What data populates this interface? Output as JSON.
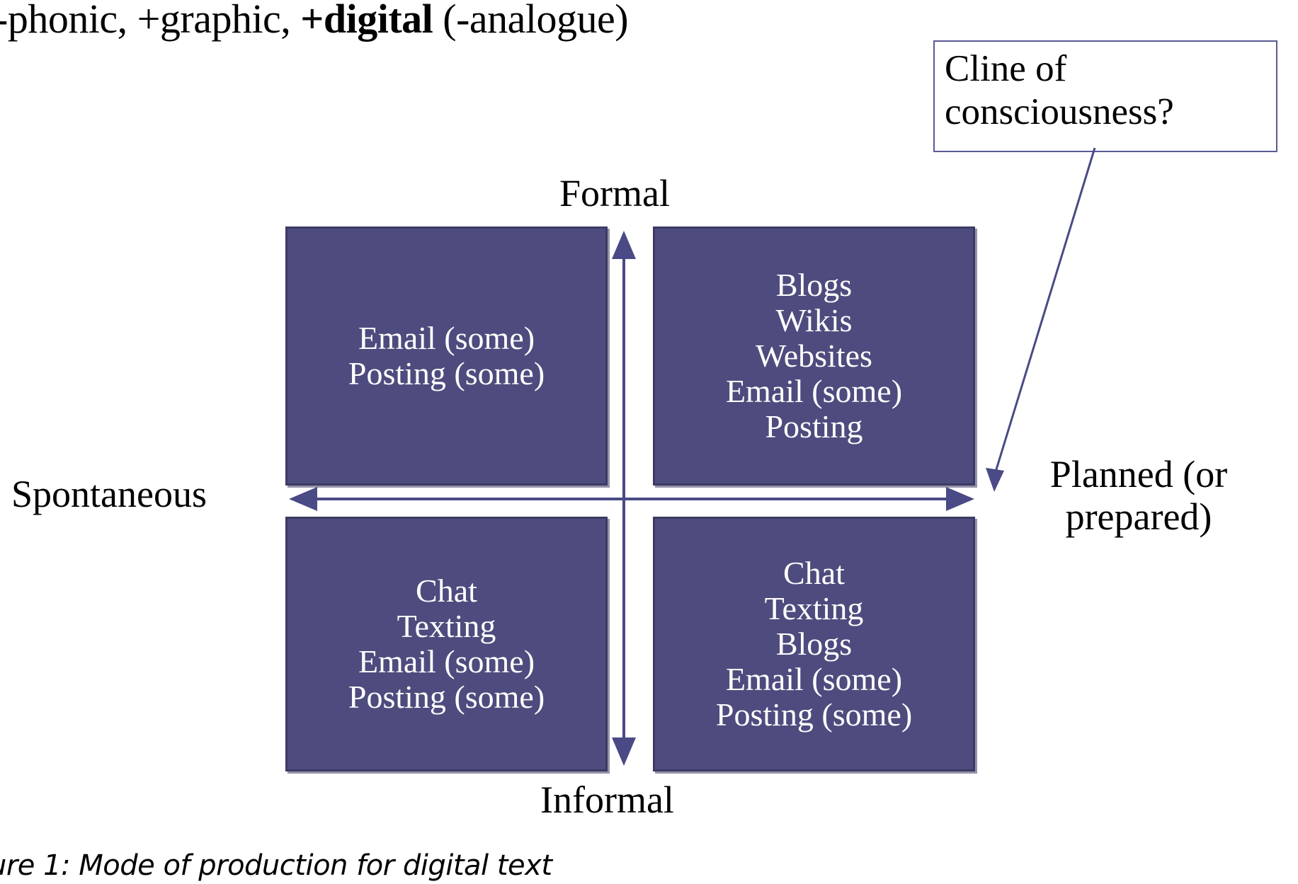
{
  "header": {
    "feature_line_prefix": "-phonic, +graphic, ",
    "feature_line_bold": "+digital",
    "feature_line_suffix": " (-analogue)"
  },
  "callout": {
    "line1": "Cline of",
    "line2": "consciousness?",
    "border_color": "#5a5a96",
    "leader_color": "#4a4a87"
  },
  "axes": {
    "top_label": "Formal",
    "bottom_label": "Informal",
    "left_label": "Spontaneous",
    "right_label_line1": "Planned (or",
    "right_label_line2": "prepared)",
    "axis_color": "#4a4a87"
  },
  "quadrants": {
    "top_left": {
      "name": "formal-spontaneous",
      "items": [
        "Email (some)",
        "Posting (some)"
      ]
    },
    "top_right": {
      "name": "formal-planned",
      "items": [
        "Blogs",
        "Wikis",
        "Websites",
        "Email (some)",
        "Posting"
      ]
    },
    "bottom_left": {
      "name": "informal-spontaneous",
      "items": [
        "Chat",
        "Texting",
        "Email (some)",
        "Posting (some)"
      ]
    },
    "bottom_right": {
      "name": "informal-planned",
      "items": [
        "Chat",
        "Texting",
        "Blogs",
        "Email (some)",
        "Posting (some)"
      ]
    }
  },
  "caption": {
    "text": "ure 1: Mode of production for digital text"
  },
  "colors": {
    "quadrant_fill": "#4e4c7e",
    "quadrant_border": "#3c3a64",
    "quadrant_text": "#ffffff",
    "page_background": "#ffffff",
    "text": "#000000"
  },
  "chart_data": {
    "type": "table",
    "title": "Mode of production for digital text",
    "xlabel": "Spontaneous ↔ Planned (or prepared)",
    "ylabel": "Formal ↔ Informal",
    "categories": [
      "Formal / Spontaneous",
      "Formal / Planned",
      "Informal / Spontaneous",
      "Informal / Planned"
    ],
    "values": [
      [
        "Email (some)",
        "Posting (some)"
      ],
      [
        "Blogs",
        "Wikis",
        "Websites",
        "Email (some)",
        "Posting"
      ],
      [
        "Chat",
        "Texting",
        "Email (some)",
        "Posting (some)"
      ],
      [
        "Chat",
        "Texting",
        "Blogs",
        "Email (some)",
        "Posting (some)"
      ]
    ],
    "annotations": [
      "Cline of consciousness?",
      "-phonic, +graphic, +digital (-analogue)"
    ],
    "grid": false,
    "legend": "none"
  }
}
